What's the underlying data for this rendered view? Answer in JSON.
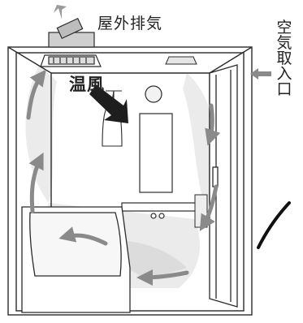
{
  "labels": {
    "exhaust": "屋外排気",
    "warm_air": "温風",
    "air_intake": "空気取入口"
  },
  "colors": {
    "line": "#2b2b2b",
    "airflow_wash": "#e8e8e8",
    "arrow": "#8a8a8a",
    "warm_arrow": "#1e1e1e"
  }
}
